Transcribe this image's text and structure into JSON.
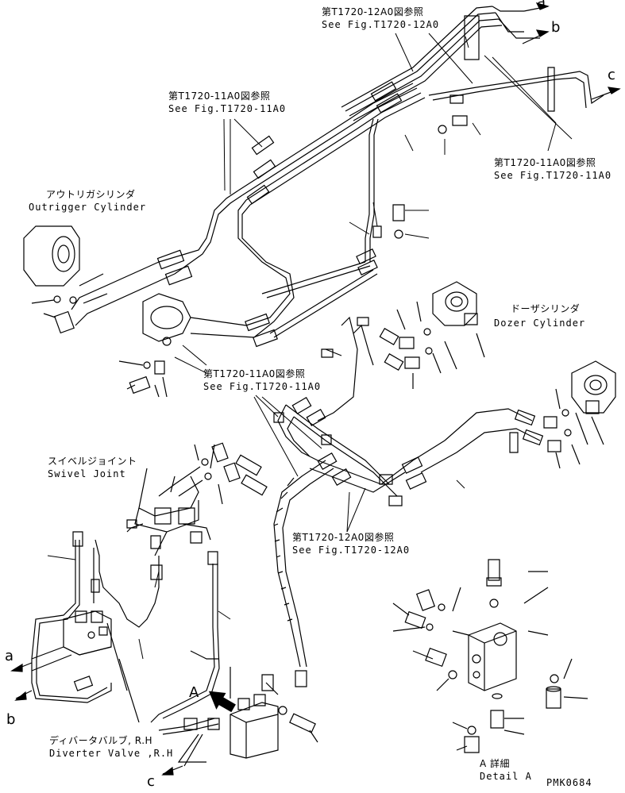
{
  "labels": {
    "ref_t1720_12a0_top_jp": "第T1720-12A0図参照",
    "ref_t1720_12a0_top_en": "See Fig.T1720-12A0",
    "ref_t1720_11a0_upperleft_jp": "第T1720-11A0図参照",
    "ref_t1720_11a0_upperleft_en": "See Fig.T1720-11A0",
    "ref_t1720_11a0_right_jp": "第T1720-11A0図参照",
    "ref_t1720_11a0_right_en": "See Fig.T1720-11A0",
    "ref_t1720_11a0_center_jp": "第T1720-11A0図参照",
    "ref_t1720_11a0_center_en": "See Fig.T1720-11A0",
    "ref_t1720_12a0_bottom_jp": "第T1720-12A0図参照",
    "ref_t1720_12a0_bottom_en": "See Fig.T1720-12A0",
    "outrigger_jp": "アウトリガシリンダ",
    "outrigger_en": "Outrigger Cylinder",
    "dozer_jp": "ドーザシリンダ",
    "dozer_en": "Dozer Cylinder",
    "swivel_jp": "スイベルジョイント",
    "swivel_en": "Swivel Joint",
    "diverter_jp": "ディバータバルブ, R.H",
    "diverter_en": "Diverter Valve ,R.H",
    "detail_jp": "A 詳細",
    "detail_en": "Detail A",
    "view_a": "A",
    "code": "PMK0684"
  },
  "letters": {
    "a_top": "a",
    "b_top": "b",
    "c_top": "c",
    "a_left": "a",
    "b_left": "b",
    "c_bottom": "c"
  }
}
